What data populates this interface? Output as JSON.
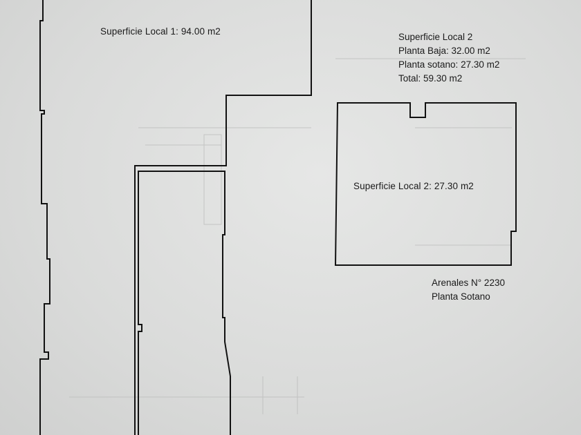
{
  "local1": {
    "area_label": "Superficie Local 1: 94.00 m2"
  },
  "local2_summary": {
    "title": "Superficie Local 2",
    "planta_baja": "Planta Baja: 32.00 m2",
    "planta_sotano": "Planta sotano: 27.30 m2",
    "total": "Total: 59.30 m2"
  },
  "local2_basement": {
    "area_label": "Superficie Local 2: 27.30 m2"
  },
  "address": {
    "street": "Arenales N° 2230",
    "level": "Planta Sotano"
  },
  "colors": {
    "line": "#111111",
    "paper": "#dcdddc",
    "faint": "#b9bab9"
  }
}
